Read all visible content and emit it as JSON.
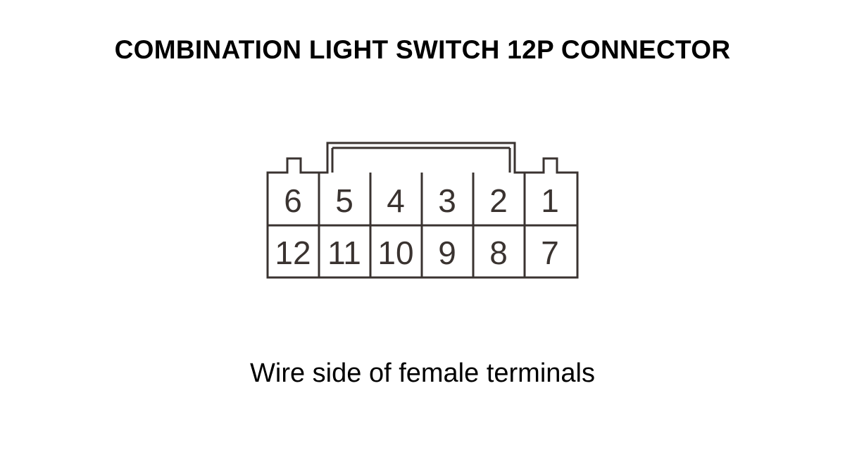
{
  "title": "COMBINATION LIGHT SWITCH 12P CONNECTOR",
  "caption": "Wire side of female terminals",
  "connector": {
    "rows": [
      [
        "6",
        "5",
        "4",
        "3",
        "2",
        "1"
      ],
      [
        "12",
        "11",
        "10",
        "9",
        "8",
        "7"
      ]
    ]
  },
  "colors": {
    "outline": "#3a3330",
    "text": "#000000"
  }
}
